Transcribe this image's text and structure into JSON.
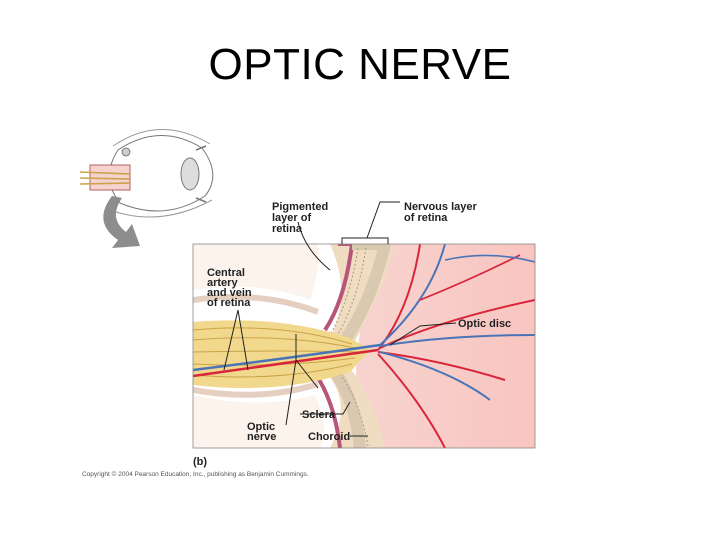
{
  "slide": {
    "title": "OPTIC NERVE"
  },
  "figure": {
    "panel_label": "(b)",
    "labels": {
      "pigmented": [
        "Pigmented",
        "layer of",
        "retina"
      ],
      "nervous": [
        "Nervous layer",
        "of retina"
      ],
      "central": [
        "Central",
        "artery",
        "and vein",
        "of retina"
      ],
      "optic_disc": "Optic disc",
      "sclera": "Sclera",
      "optic_nerve": [
        "Optic",
        "nerve"
      ],
      "choroid": "Choroid"
    },
    "copyright": "Copyright © 2004 Pearson Education, Inc., publishing as Benjamin Cummings.",
    "colors": {
      "nerve": "#f2d88c",
      "retina_pink": "#f6c9c4",
      "artery": "#d8253a",
      "vein": "#4a74b8",
      "choroid": "#b8557a"
    }
  }
}
